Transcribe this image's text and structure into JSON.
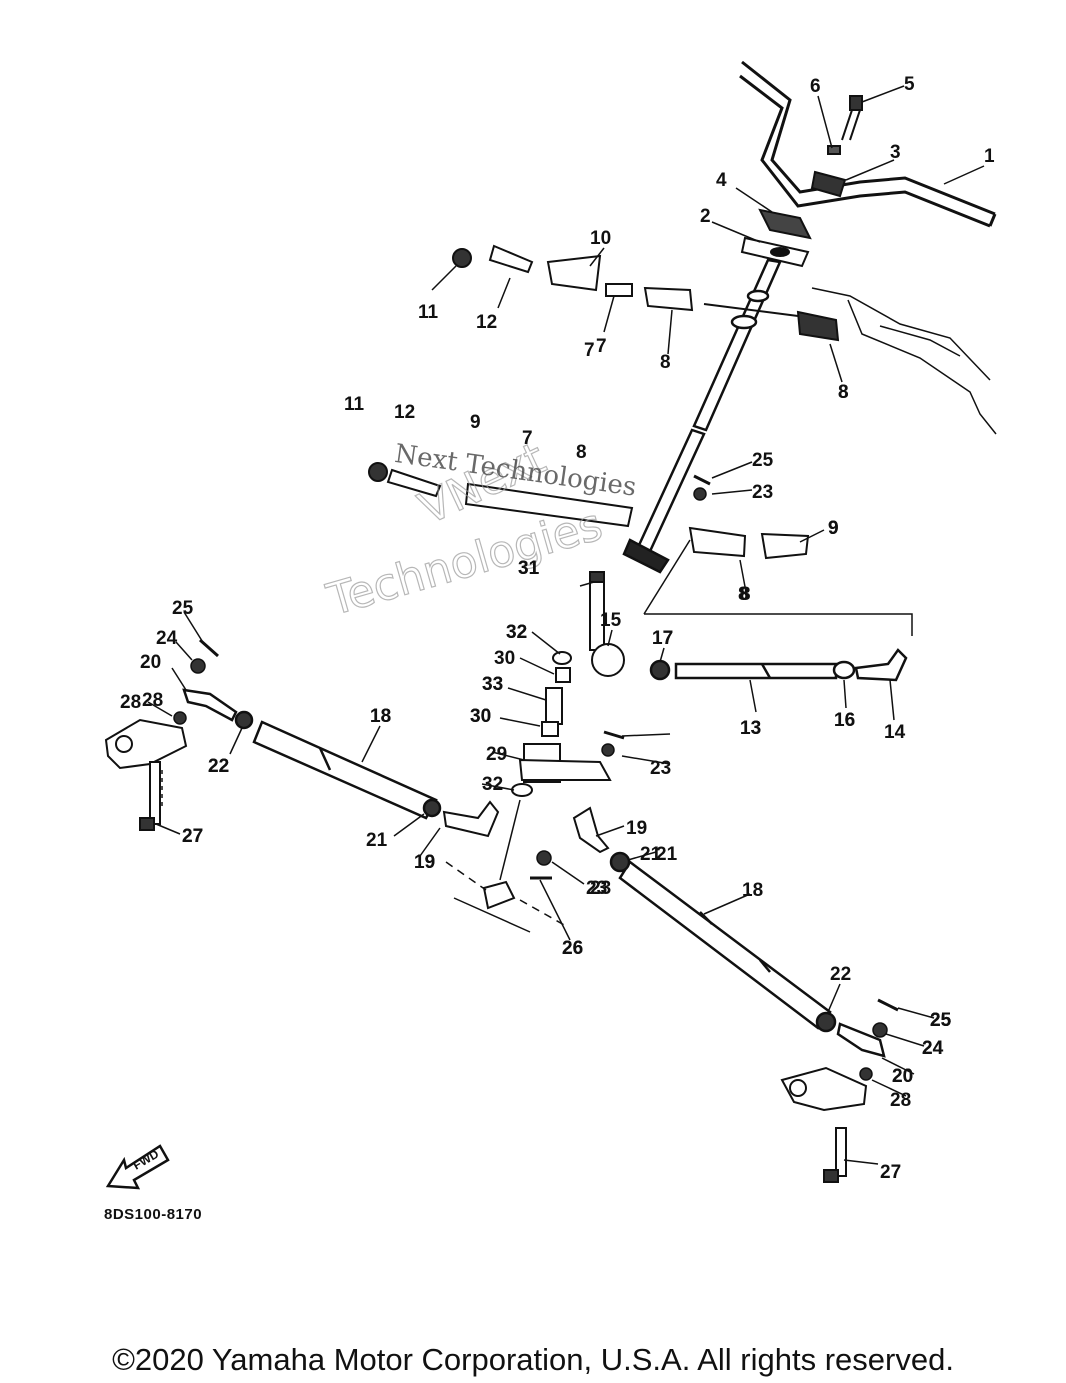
{
  "diagram": {
    "callouts": [
      "1",
      "2",
      "3",
      "4",
      "5",
      "6",
      "7",
      "8",
      "9",
      "10",
      "11",
      "12",
      "13",
      "14",
      "15",
      "16",
      "17",
      "18",
      "19",
      "20",
      "21",
      "22",
      "23",
      "24",
      "25",
      "26",
      "27",
      "28",
      "29",
      "30",
      "31",
      "32",
      "33",
      "8",
      "8",
      "7",
      "11",
      "12",
      "7",
      "8",
      "9",
      "8",
      "8",
      "9",
      "25",
      "23",
      "25",
      "24",
      "20",
      "28",
      "22",
      "27",
      "18",
      "21",
      "19",
      "19",
      "21",
      "23",
      "26",
      "25",
      "23",
      "18",
      "22",
      "25",
      "24",
      "20",
      "28",
      "27",
      "32",
      "30",
      "33",
      "30",
      "32",
      "31",
      "16",
      "17",
      "13"
    ],
    "fwd_label": "FWD",
    "watermark_line1": "VNext",
    "watermark_line2": "Technologies",
    "watermark_small": "Next Technologies"
  },
  "part_code": "8DS100-8170",
  "copyright": "©2020 Yamaha Motor Corporation, U.S.A. All rights reserved."
}
